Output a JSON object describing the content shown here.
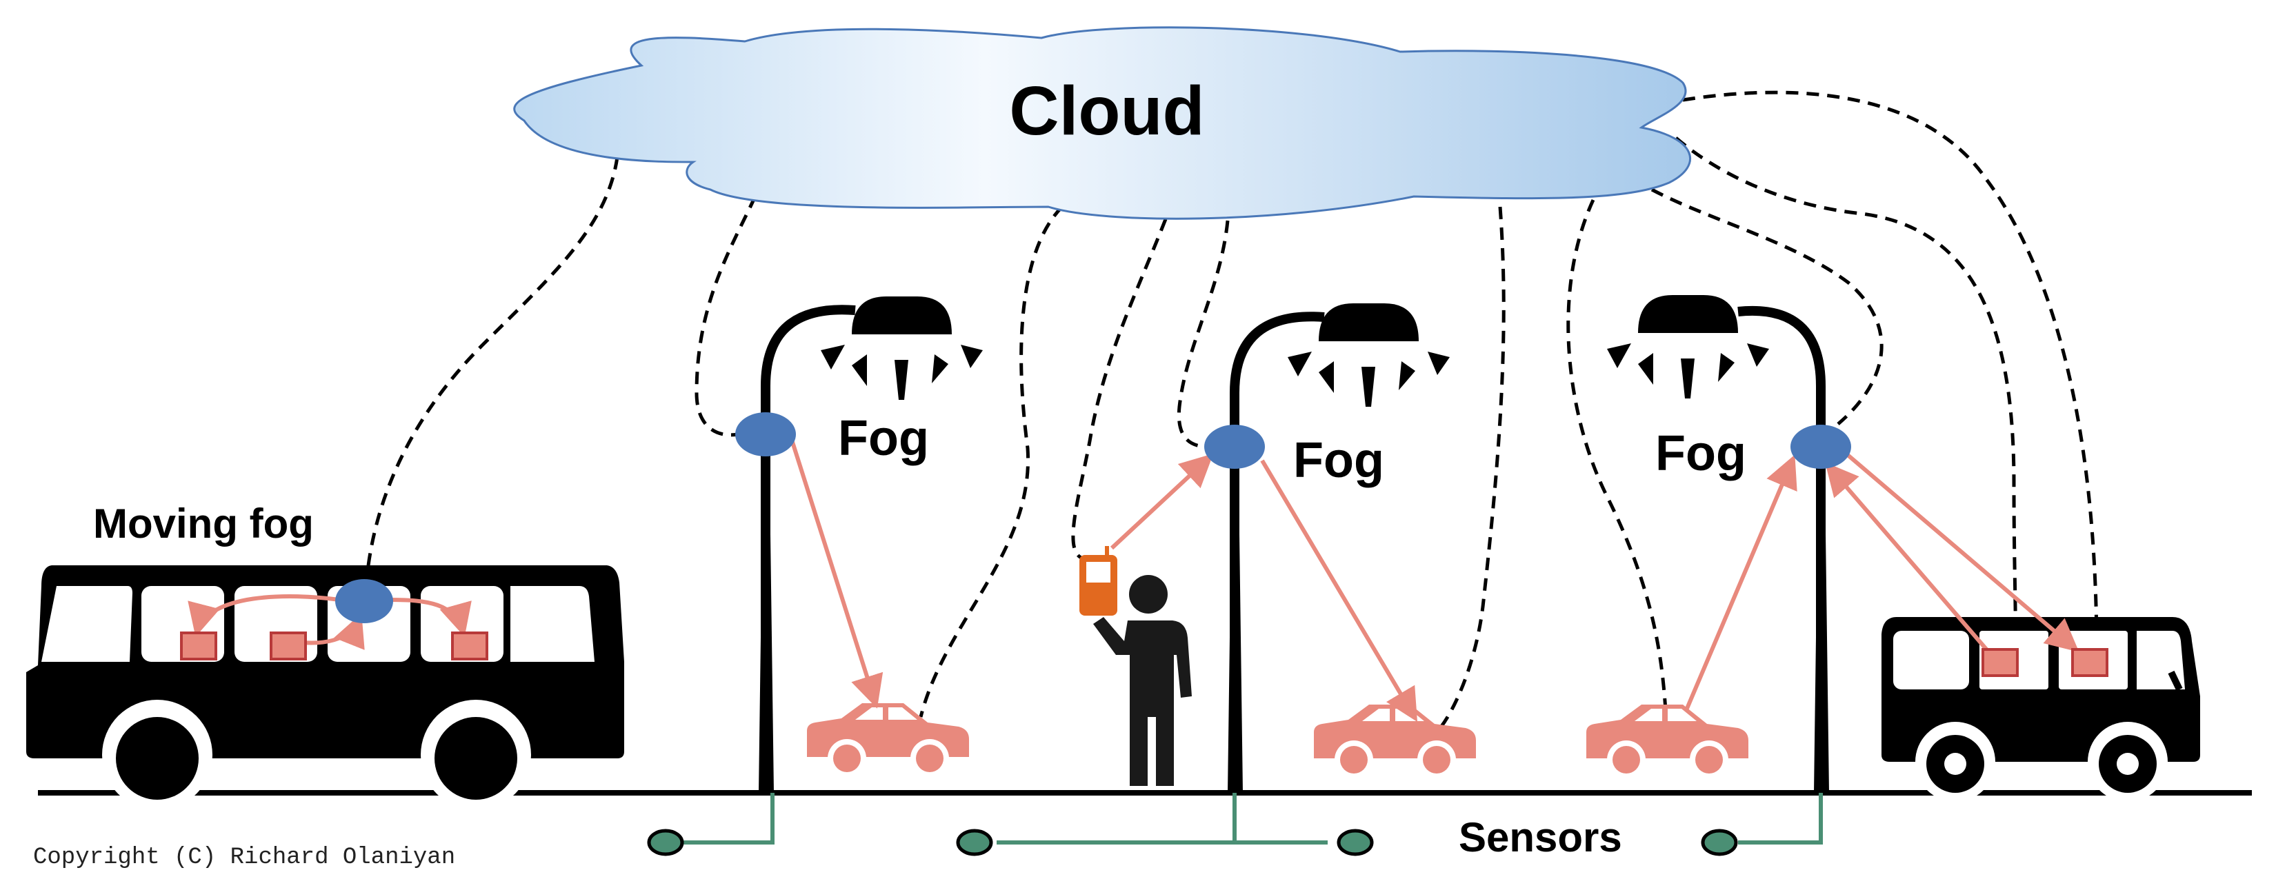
{
  "labels": {
    "cloud": "Cloud",
    "fog": "Fog",
    "moving_fog": "Moving fog",
    "sensors": "Sensors",
    "copyright": "Copyright (C) Richard Olaniyan"
  },
  "colors": {
    "cloud_fill_light": "#f2f8fd",
    "cloud_fill_dark": "#a6c9ea",
    "cloud_stroke": "#4a78b8",
    "fog_node": "#4a78b8",
    "device_fill": "#e8897d",
    "device_stroke": "#b83a3a",
    "sensor_fill": "#4a8f74",
    "phone": "#e2691f",
    "silhouette": "#1a1a1a"
  },
  "icons": {
    "cloud": "cloud-icon",
    "street_lamp": "street-lamp-icon",
    "bus": "bus-icon",
    "car": "car-icon",
    "person": "person-icon",
    "phone": "phone-icon",
    "sensor": "sensor-icon",
    "fog_node": "fog-node-icon",
    "device": "device-square-icon"
  }
}
